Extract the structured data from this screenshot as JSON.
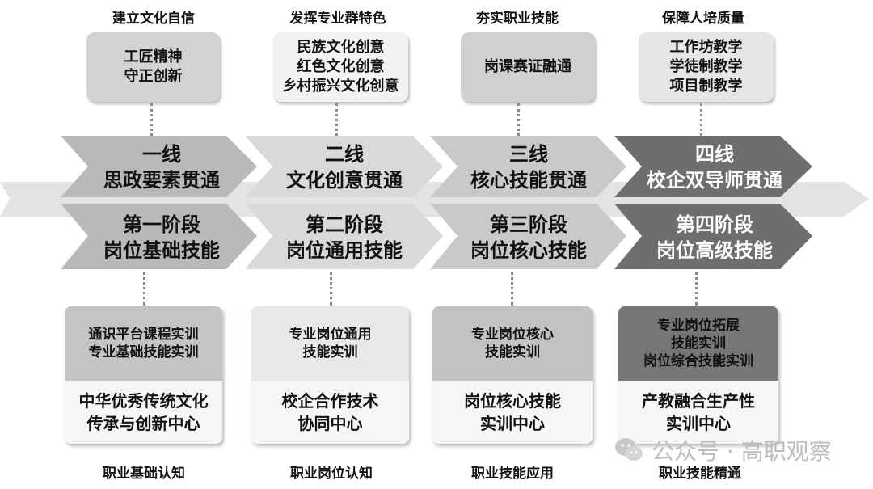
{
  "columns": [
    {
      "top_label": "建立文化自信",
      "top_box": [
        "工匠精神",
        "守正创新"
      ],
      "line_title": "一线",
      "line_sub": "思政要素贯通",
      "stage_title": "第一阶段",
      "stage_sub": "岗位基础技能",
      "card_upper": [
        "通识平台课程实训",
        "专业基础技能实训"
      ],
      "card_lower": [
        "中华优秀传统文化",
        "传承与创新中心"
      ],
      "bottom_label": "职业基础认知"
    },
    {
      "top_label": "发挥专业群特色",
      "top_box": [
        "民族文化创意",
        "红色文化创意",
        "乡村振兴文化创意"
      ],
      "line_title": "二线",
      "line_sub": "文化创意贯通",
      "stage_title": "第二阶段",
      "stage_sub": "岗位通用技能",
      "card_upper": [
        "专业岗位通用",
        "技能实训"
      ],
      "card_lower": [
        "校企合作技术",
        "协同中心"
      ],
      "bottom_label": "职业岗位认知"
    },
    {
      "top_label": "夯实职业技能",
      "top_box": [
        "岗课赛证融通"
      ],
      "line_title": "三线",
      "line_sub": "核心技能贯通",
      "stage_title": "第三阶段",
      "stage_sub": "岗位核心技能",
      "card_upper": [
        "专业岗位核心",
        "技能实训"
      ],
      "card_lower": [
        "岗位核心技能",
        "实训中心"
      ],
      "bottom_label": "职业技能应用"
    },
    {
      "top_label": "保障人培质量",
      "top_box": [
        "工作坊教学",
        "学徒制教学",
        "项目制教学"
      ],
      "line_title": "四线",
      "line_sub": "校企双导师贯通",
      "stage_title": "第四阶段",
      "stage_sub": "岗位高级技能",
      "card_upper": [
        "专业岗位拓展",
        "技能实训",
        "岗位综合技能实训"
      ],
      "card_lower": [
        "产教融合生产性",
        "实训中心"
      ],
      "bottom_label": "职业技能精通"
    }
  ],
  "watermark": "公众号 · 高职观察",
  "watermark_icon": "wechat-icon",
  "colors": {
    "arrow_band": "#dcdcdc",
    "chevrons": [
      "#b9b9b9",
      "#d9d9d9",
      "#c9c9c9",
      "#6e6e6e"
    ],
    "top_boxes": [
      "#d3d3d3",
      "#f2f2f2",
      "#d0d0d0",
      "#e6e6e6"
    ],
    "card_uppers": [
      "#c4c4c4",
      "#e8e8e8",
      "#c2c2c2",
      "#767676"
    ]
  }
}
